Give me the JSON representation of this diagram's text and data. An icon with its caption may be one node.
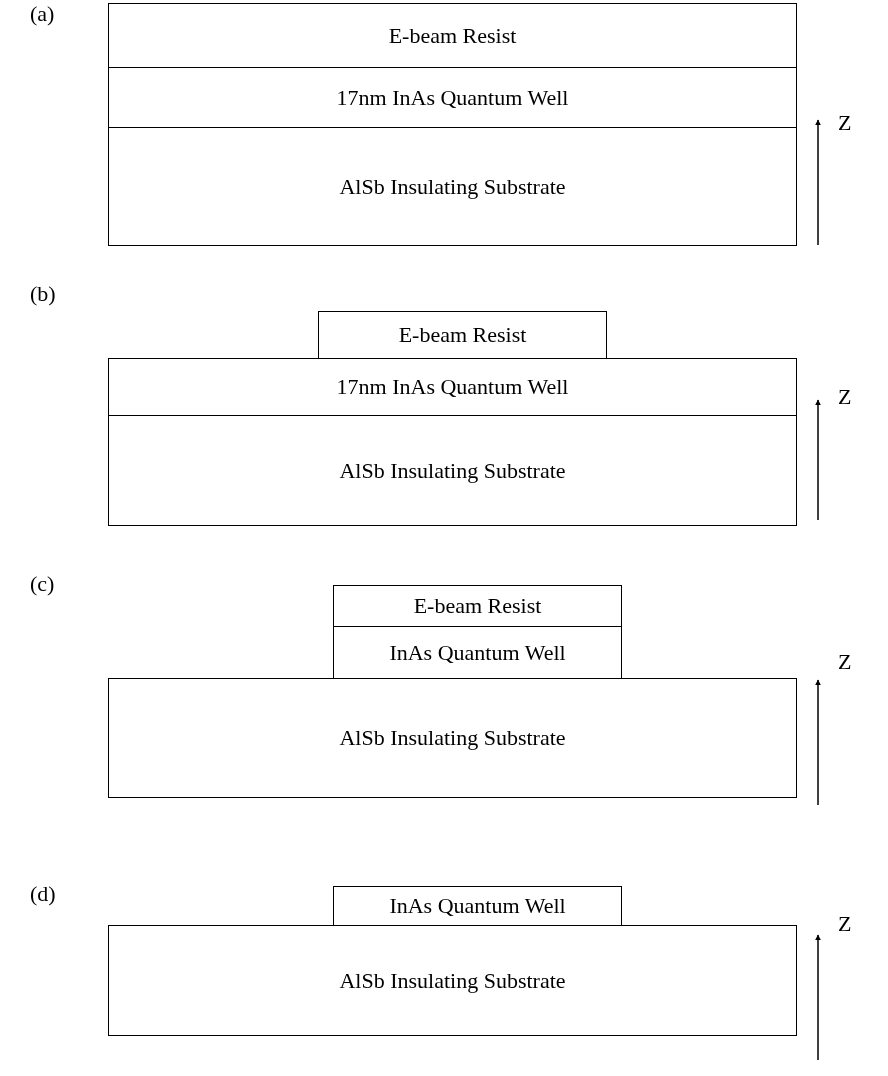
{
  "diagram": {
    "nodes": [
      {
        "text": [
          "E-beam Resist"
        ]
      },
      {
        "text": [
          "17nm InAs Quantum Well"
        ]
      },
      {
        "text": [
          "AlSb Insulating Substrate"
        ]
      },
      {
        "text": [
          "E-beam Resist"
        ]
      },
      {
        "text": [
          "17nm InAs Quantum Well"
        ]
      },
      {
        "text": [
          "AlSb Insulating Substrate"
        ]
      },
      {
        "text": [
          "E-beam Resist"
        ]
      },
      {
        "text": [
          "InAs Quantum Well"
        ]
      },
      {
        "text": [
          "AlSb Insulating Substrate"
        ]
      },
      {
        "text": [
          "InAs Quantum Well"
        ]
      },
      {
        "text": [
          "AlSb Insulating Substrate"
        ]
      }
    ],
    "labels": [
      "(a)",
      "Z",
      "(b)",
      "Z",
      "(c)",
      "Z",
      "(d)",
      "Z"
    ]
  }
}
